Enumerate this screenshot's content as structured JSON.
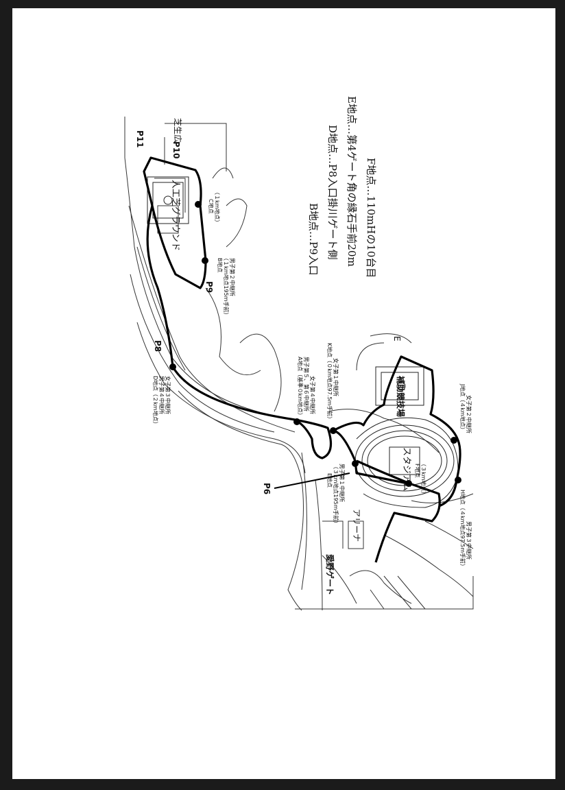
{
  "legend": {
    "b": "B地点…P9入口",
    "d": "D地点…P8入口掛川ゲート側",
    "e": "E地点…第4ゲート角の縁石手前20m",
    "f": "F地点…110mHの10台目"
  },
  "parking": {
    "p6": "P6",
    "p8": "P8",
    "p9": "P9",
    "p10": "P10",
    "p11": "P11"
  },
  "places": {
    "artificial_ground": "人工芝グラウンド",
    "stadium": "スタジアム",
    "aux_field": "補助競技場",
    "arena": "アリーナ",
    "sakurai_gate": "愛野ゲート",
    "lawn": "芝生広",
    "edge_letter": "E"
  },
  "points": {
    "a": [
      "A地点（基準０km地点）",
      "男子第５、第６中継所",
      "女子第４中継所"
    ],
    "b": [
      "B地点",
      "（１km地点195m手前）",
      "男子第２中継所"
    ],
    "c": [
      "C地点",
      "（１km地点）"
    ],
    "d": [
      "D地点（２km地点）",
      "男子第４中継所",
      "女子第３中継所"
    ],
    "e": [
      "E地点",
      "（３km地点195m手前）",
      "男子第１中継所"
    ],
    "f": [
      "F地点",
      "（３km地点）"
    ],
    "h": [
      "H地点（４km地点97.5m手前）",
      "男子第３中継所"
    ],
    "j": [
      "J地点（４km地点）",
      "女子第２中継所"
    ],
    "k": [
      "K地点（０km地点97.5m手前）",
      "女子第１中継所"
    ]
  }
}
